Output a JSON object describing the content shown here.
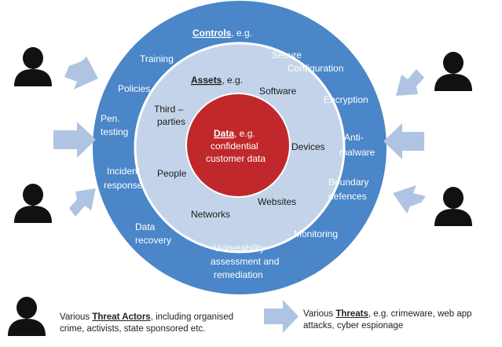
{
  "controls": {
    "heading": "Controls",
    "suffix": ", e.g.",
    "items": {
      "training": "Training",
      "secure_1": "Secure",
      "secure_2": "Configuration",
      "policies": "Policies",
      "encryption": "Encryption",
      "pen_1": "Pen.",
      "pen_2": "testing",
      "anti_1": "Anti-",
      "anti_2": "malware",
      "incident_1": "Incident",
      "incident_2": "response",
      "boundary_1": "Boundary",
      "boundary_2": "defences",
      "recovery_1": "Data",
      "recovery_2": "recovery",
      "monitoring": "Monitoring",
      "vuln_1": "Vulnerability",
      "vuln_2": "assessment and",
      "vuln_3": "remediation"
    }
  },
  "assets": {
    "heading": "Assets",
    "suffix": ", e.g.",
    "items": {
      "software": "Software",
      "third_1": "Third –",
      "third_2": "parties",
      "devices": "Devices",
      "people": "People",
      "websites": "Websites",
      "networks": "Networks"
    }
  },
  "data": {
    "heading": "Data",
    "suffix": ", e.g.",
    "line_1": "confidential",
    "line_2": "customer data"
  },
  "legend": {
    "actors_pre": "Various ",
    "actors_bold": "Threat Actors",
    "actors_post": ", including organised",
    "actors_line2": "crime, activists, state sponsored etc.",
    "threats_pre": "Various ",
    "threats_bold": "Threats",
    "threats_post": ", e.g. crimeware,  web app",
    "threats_line2": "attacks, cyber espionage"
  },
  "colors": {
    "outer_ring": "#4a86c8",
    "inner_ring": "#c3d4ea",
    "core": "#c0282b",
    "arrow": "#aec4e2",
    "person": "#111111"
  }
}
